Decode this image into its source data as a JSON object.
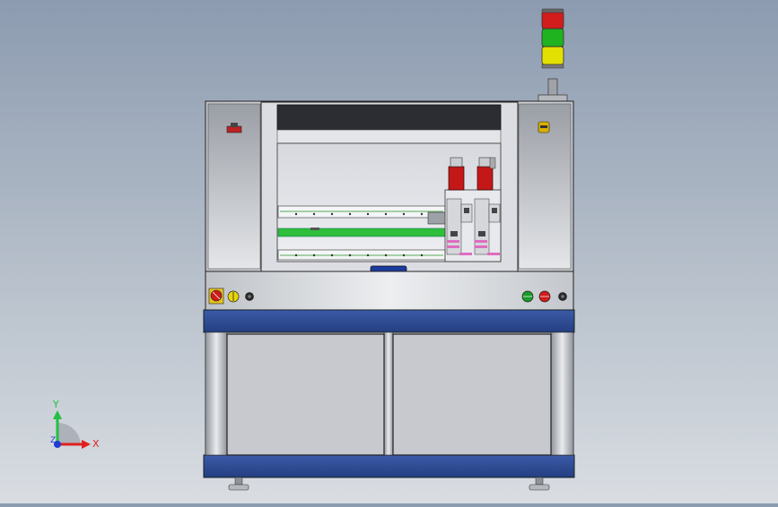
{
  "viewport": {
    "background_top": "#8c9bb0",
    "background_bottom": "#d9dde2"
  },
  "triad": {
    "x_label": "X",
    "y_label": "Y",
    "z_label": "Z",
    "x_color": "#e0201c",
    "y_color": "#20c040",
    "z_color": "#1d3bd6"
  },
  "machine": {
    "frame_color": "#d4d6da",
    "blue_band_color": "#2f4f99",
    "signal_tower": [
      "red",
      "green",
      "yellow"
    ],
    "panel_lights_left": [
      "emergency-stop",
      "yellow-indicator",
      "black-button"
    ],
    "panel_lights_right": [
      "green-button",
      "red-button",
      "black-button"
    ]
  }
}
